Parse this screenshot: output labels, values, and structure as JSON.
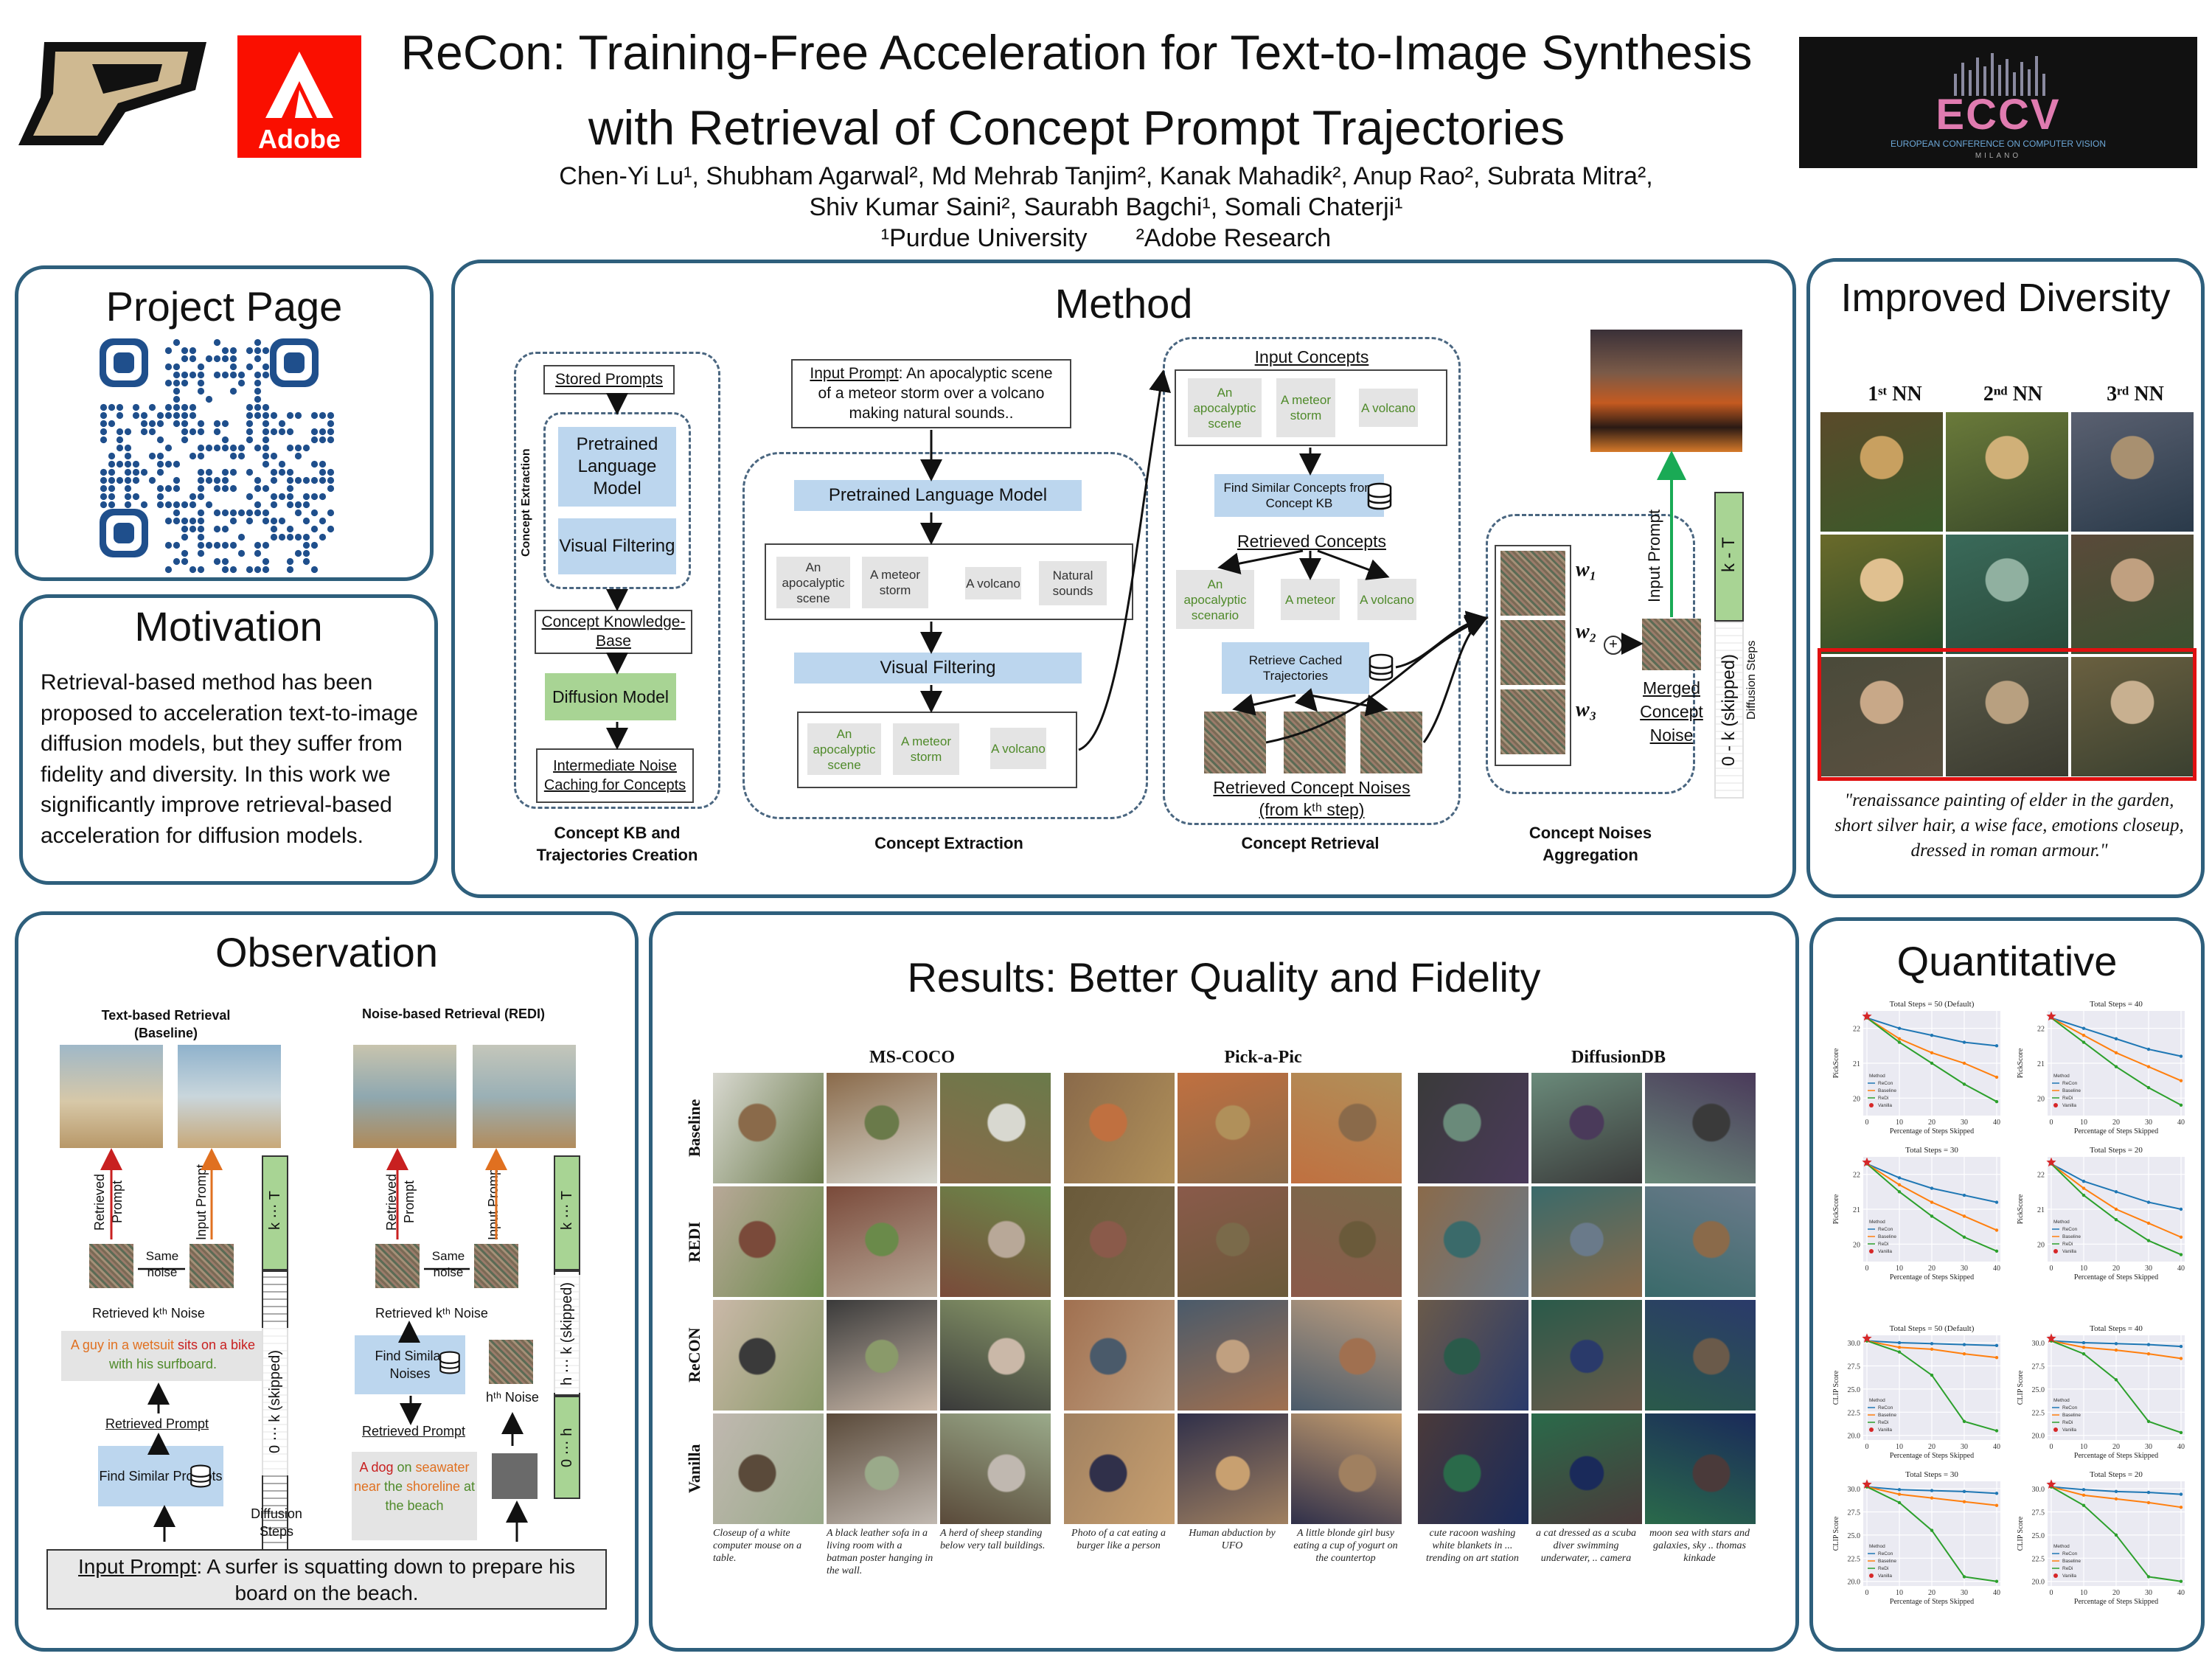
{
  "header": {
    "title_line1": "ReCon: Training-Free Acceleration for Text-to-Image Synthesis",
    "title_line2": "with Retrieval of Concept Prompt Trajectories",
    "authors_line1": "Chen-Yi Lu¹, Shubham Agarwal², Md Mehrab Tanjim², Kanak Mahadik², Anup Rao², Subrata Mitra²,",
    "authors_line2": "Shiv Kumar Saini², Saurabh Bagchi¹, Somali Chaterji¹",
    "affil1": "¹Purdue University",
    "affil2": "²Adobe Research",
    "adobe_label": "Adobe",
    "eccv_label": "ECCV",
    "eccv_sub": "EUROPEAN CONFERENCE ON COMPUTER VISION",
    "eccv_city": "MILANO"
  },
  "project": {
    "title": "Project Page"
  },
  "motivation": {
    "title": "Motivation",
    "body": "Retrieval-based method has been proposed to acceleration text-to-image diffusion models, but they suffer from fidelity and diversity. In this work we significantly improve retrieval-based acceleration for diffusion models."
  },
  "method": {
    "title": "Method",
    "kb": {
      "stored_prompts": "Stored Prompts",
      "plm": "Pretrained Language Model",
      "visual_filtering": "Visual Filtering",
      "concept_extraction_side": "Concept Extraction",
      "concept_kb": "Concept Knowledge-Base",
      "diffusion_model": "Diffusion Model",
      "caching": "Intermediate Noise Caching for Concepts",
      "caption": "Concept KB and Trajectories Creation"
    },
    "extraction": {
      "input_label": "Input Prompt",
      "input_text": ": An apocalyptic scene of a meteor storm over a volcano making natural sounds..",
      "plm": "Pretrained Language Model",
      "concepts": [
        "An apocalyptic scene",
        "A meteor storm",
        "A volcano",
        "Natural sounds"
      ],
      "visual_filtering": "Visual Filtering",
      "filtered": [
        "An apocalyptic scene",
        "A meteor storm",
        "A volcano"
      ],
      "caption": "Concept Extraction"
    },
    "retrieval": {
      "input_concepts": "Input Concepts",
      "concepts": [
        "An apocalyptic scene",
        "A meteor storm",
        "A volcano"
      ],
      "find_similar": "Find Similar Concepts from Concept KB",
      "retrieved_concepts": "Retrieved Concepts",
      "retrieved": [
        "An apocalyptic scenario",
        "A meteor",
        "A volcano"
      ],
      "retrieve_cached": "Retrieve Cached Trajectories",
      "noises_label": "Retrieved Concept Noises",
      "from_step": "(from kᵗʰ step)",
      "caption": "Concept Retrieval"
    },
    "aggregation": {
      "w1": "w₁",
      "w2": "w₂",
      "w3": "w₃",
      "merged": "Merged Concept Noise",
      "input_prompt": "Input Prompt",
      "caption": "Concept Noises Aggregation",
      "steps_top": "k - T",
      "steps_bottom": "0 - k (skipped)",
      "diffusion_steps": "Diffusion Steps"
    }
  },
  "diversity": {
    "title": "Improved Diversity",
    "cols": [
      "1ˢᵗ NN",
      "2ⁿᵈ NN",
      "3ʳᵈ NN"
    ],
    "caption": "\"renaissance painting of elder in the garden, short silver hair, a wise face, emotions closeup, dressed in roman armour.\""
  },
  "observation": {
    "title": "Observation",
    "left_title": "Text-based Retrieval (Baseline)",
    "right_title": "Noise-based Retrieval (REDI)",
    "retrieved_prompt": "Retrieved Prompt",
    "input_prompt": "Input Prompt",
    "same_noise": "Same noise",
    "kth_noise": "Retrieved kᵗʰ Noise",
    "left_example_parts": [
      "A guy in a wetsuit",
      " sits on a ",
      "bike",
      " with his surfboard."
    ],
    "retrieved_prompt_label": "Retrieved Prompt",
    "find_prompts": "Find Similar Prompts",
    "find_noises": "Find Similar Noises",
    "hth_noise": "hᵗʰ Noise",
    "right_example_parts": [
      "A dog",
      " on ",
      "seawater near",
      " the ",
      "shoreline",
      " at the beach"
    ],
    "k_T": "k ⋯ T",
    "zero_k": "0 ⋯ k (skipped)",
    "h_k": "h ⋯ k (skipped)",
    "zero_h": "0 ⋯ h",
    "diffusion_steps": "Diffusion Steps",
    "input_label": "Input Prompt",
    "input_text": ": A surfer is squatting down to prepare his board on the beach."
  },
  "results": {
    "title": "Results: Better Quality and Fidelity",
    "datasets": [
      "MS-COCO",
      "Pick-a-Pic",
      "DiffusionDB"
    ],
    "rows": [
      "Baseline",
      "REDI",
      "ReCON",
      "Vanilla"
    ],
    "captions": [
      "Closeup of a white computer mouse on a table.",
      "A black leather sofa in a living room with a batman poster hanging in the wall.",
      "A herd of sheep standing below very tall buildings.",
      "Photo of a cat eating a burger like a person",
      "Human abduction by UFO",
      "A little blonde girl busy eating a cup of yogurt on the countertop",
      "cute racoon washing white blankets in ... trending on art station",
      "a cat dressed as a scuba diver swimming underwater, .. camera",
      "moon sea with stars and galaxies, sky .. thomas kinkade"
    ]
  },
  "quantitative": {
    "title": "Quantitative",
    "xlabel": "Percentage of Steps Skipped",
    "legend": [
      "Method",
      "ReCon",
      "Baseline",
      "ReDi",
      "Vanilla"
    ],
    "colors": {
      "recon": "#1f77b4",
      "baseline": "#ff7f0e",
      "redi": "#2ca02c",
      "vanilla": "#d62728"
    }
  },
  "chart_data": [
    {
      "type": "line",
      "title": "Total Steps = 50 (Default)",
      "ylabel": "PickScore",
      "x": [
        0,
        10,
        20,
        30,
        40
      ],
      "ylim": [
        19.5,
        22.5
      ],
      "yticks": [
        20,
        21,
        22
      ],
      "series": [
        {
          "name": "ReCon",
          "values": [
            22.3,
            22.0,
            21.8,
            21.6,
            21.5
          ]
        },
        {
          "name": "Baseline",
          "values": [
            22.3,
            21.7,
            21.3,
            21.0,
            20.6
          ]
        },
        {
          "name": "ReDi",
          "values": [
            22.3,
            21.6,
            21.0,
            20.4,
            19.9
          ]
        }
      ],
      "vanilla": 22.3
    },
    {
      "type": "line",
      "title": "Total Steps = 40",
      "ylabel": "PickScore",
      "x": [
        0,
        10,
        20,
        30,
        40
      ],
      "ylim": [
        19.5,
        22.5
      ],
      "yticks": [
        20,
        21,
        22
      ],
      "series": [
        {
          "name": "ReCon",
          "values": [
            22.3,
            22.0,
            21.7,
            21.4,
            21.2
          ]
        },
        {
          "name": "Baseline",
          "values": [
            22.3,
            21.8,
            21.3,
            20.9,
            20.5
          ]
        },
        {
          "name": "ReDi",
          "values": [
            22.3,
            21.6,
            20.9,
            20.3,
            19.8
          ]
        }
      ],
      "vanilla": 22.3
    },
    {
      "type": "line",
      "title": "Total Steps = 30",
      "ylabel": "PickScore",
      "x": [
        0,
        10,
        20,
        30,
        40
      ],
      "ylim": [
        19.5,
        22.5
      ],
      "yticks": [
        20,
        21,
        22
      ],
      "series": [
        {
          "name": "ReCon",
          "values": [
            22.3,
            21.9,
            21.6,
            21.4,
            21.2
          ]
        },
        {
          "name": "Baseline",
          "values": [
            22.3,
            21.7,
            21.2,
            20.8,
            20.4
          ]
        },
        {
          "name": "ReDi",
          "values": [
            22.3,
            21.5,
            20.8,
            20.2,
            19.8
          ]
        }
      ],
      "vanilla": 22.3
    },
    {
      "type": "line",
      "title": "Total Steps = 20",
      "ylabel": "PickScore",
      "x": [
        0,
        10,
        20,
        30,
        40
      ],
      "ylim": [
        19.5,
        22.5
      ],
      "yticks": [
        20,
        21,
        22
      ],
      "series": [
        {
          "name": "ReCon",
          "values": [
            22.3,
            21.8,
            21.5,
            21.2,
            21.0
          ]
        },
        {
          "name": "Baseline",
          "values": [
            22.3,
            21.6,
            21.0,
            20.6,
            20.2
          ]
        },
        {
          "name": "ReDi",
          "values": [
            22.3,
            21.4,
            20.7,
            20.1,
            19.7
          ]
        }
      ],
      "vanilla": 22.3
    },
    {
      "type": "line",
      "title": "Total Steps = 50 (Default)",
      "ylabel": "CLIP Score",
      "x": [
        0,
        10,
        20,
        30,
        40
      ],
      "ylim": [
        19.5,
        30.8
      ],
      "yticks": [
        20.0,
        22.5,
        25.0,
        27.5,
        30.0
      ],
      "series": [
        {
          "name": "ReCon",
          "values": [
            30.2,
            30.0,
            29.9,
            29.8,
            29.7
          ]
        },
        {
          "name": "Baseline",
          "values": [
            30.2,
            29.5,
            29.3,
            28.8,
            28.4
          ]
        },
        {
          "name": "ReDi",
          "values": [
            30.2,
            29.0,
            26.5,
            21.5,
            20.5
          ]
        }
      ],
      "vanilla": 30.3
    },
    {
      "type": "line",
      "title": "Total Steps = 40",
      "ylabel": "CLIP Score",
      "x": [
        0,
        10,
        20,
        30,
        40
      ],
      "ylim": [
        19.5,
        30.8
      ],
      "yticks": [
        20.0,
        22.5,
        25.0,
        27.5,
        30.0
      ],
      "series": [
        {
          "name": "ReCon",
          "values": [
            30.2,
            30.0,
            29.9,
            29.8,
            29.6
          ]
        },
        {
          "name": "Baseline",
          "values": [
            30.2,
            29.5,
            29.2,
            28.8,
            28.3
          ]
        },
        {
          "name": "ReDi",
          "values": [
            30.2,
            28.8,
            26.0,
            21.5,
            20.3
          ]
        }
      ],
      "vanilla": 30.3
    },
    {
      "type": "line",
      "title": "Total Steps = 30",
      "ylabel": "CLIP Score",
      "x": [
        0,
        10,
        20,
        30,
        40
      ],
      "ylim": [
        19.5,
        30.8
      ],
      "yticks": [
        20.0,
        22.5,
        25.0,
        27.5,
        30.0
      ],
      "series": [
        {
          "name": "ReCon",
          "values": [
            30.2,
            29.9,
            29.8,
            29.7,
            29.5
          ]
        },
        {
          "name": "Baseline",
          "values": [
            30.2,
            29.4,
            29.0,
            28.6,
            28.2
          ]
        },
        {
          "name": "ReDi",
          "values": [
            30.2,
            28.5,
            25.5,
            20.5,
            20.0
          ]
        }
      ],
      "vanilla": 30.3
    },
    {
      "type": "line",
      "title": "Total Steps = 20",
      "ylabel": "CLIP Score",
      "x": [
        0,
        10,
        20,
        30,
        40
      ],
      "ylim": [
        19.5,
        30.8
      ],
      "yticks": [
        20.0,
        22.5,
        25.0,
        27.5,
        30.0
      ],
      "series": [
        {
          "name": "ReCon",
          "values": [
            30.2,
            29.9,
            29.7,
            29.6,
            29.4
          ]
        },
        {
          "name": "Baseline",
          "values": [
            30.2,
            29.3,
            28.9,
            28.5,
            28.0
          ]
        },
        {
          "name": "ReDi",
          "values": [
            30.2,
            28.2,
            25.0,
            20.5,
            20.0
          ]
        }
      ],
      "vanilla": 30.3
    }
  ]
}
